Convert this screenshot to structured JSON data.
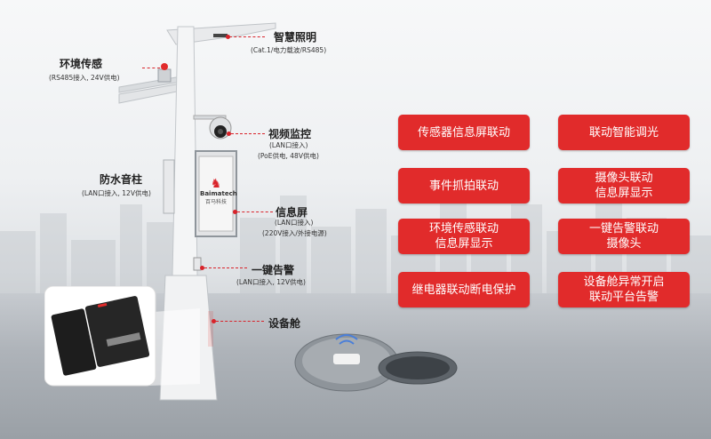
{
  "labels": {
    "lighting": {
      "title": "智慧照明",
      "sub": "(Cat.1/电力载波/RS485)"
    },
    "env": {
      "title": "环境传感",
      "sub": "(RS485接入, 24V供电)"
    },
    "video": {
      "title": "视频监控",
      "sub1": "(LAN口接入)",
      "sub2": "(PoE供电, 48V供电)"
    },
    "speaker": {
      "title": "防水音柱",
      "sub": "(LAN口接入, 12V供电)"
    },
    "screen": {
      "title": "信息屏",
      "sub1": "(LAN口接入)",
      "sub2": "(220V接入/外接电源)"
    },
    "alarm": {
      "title": "一键告警",
      "sub": "(LAN口接入, 12V供电)"
    },
    "cabin": {
      "title": "设备舱"
    }
  },
  "screen_brand": {
    "name": "Baimatech",
    "cn": "百马科技"
  },
  "features": [
    {
      "label": "传感器信息屏联动"
    },
    {
      "label": "联动智能调光"
    },
    {
      "label": "事件抓拍联动"
    },
    {
      "label": "摄像头联动\n信息屏显示"
    },
    {
      "label": "环境传感联动\n信息屏显示"
    },
    {
      "label": "一键告警联动\n摄像头"
    },
    {
      "label": "继电器联动断电保护"
    },
    {
      "label": "设备舱异常开启\n联动平台告警"
    }
  ],
  "colors": {
    "accent": "#e12b2b",
    "pole": "#f4f5f6"
  }
}
